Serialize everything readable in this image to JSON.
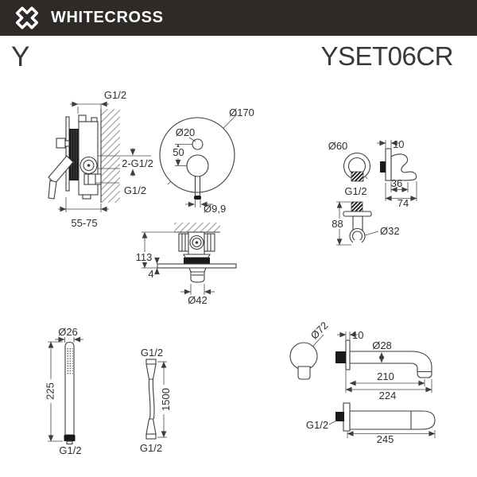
{
  "header": {
    "brand": "WHITECROSS"
  },
  "title": {
    "series": "Y",
    "model": "YSET06CR"
  },
  "colors": {
    "header_bg": "#2d2a28",
    "line": "#3e3e3e",
    "fill_dark": "#191919"
  },
  "icons": {
    "logo": "whitecross-x-cross-icon"
  },
  "drawings": {
    "mixer_side": {
      "thread_top": "G1/2",
      "threads_wall": "2-G1/2",
      "thread_bottom": "G1/2",
      "mount_depth": "55-75"
    },
    "mixer_front": {
      "plate_dia": "Ø170",
      "button_dia": "Ø20",
      "center_offset": "50",
      "lever_dia": "Ø9,9"
    },
    "wall_outlet": {
      "escutcheon_dia": "Ø60",
      "plate_thk": "10",
      "thread": "G1/2",
      "depth_inner": "36",
      "depth_total": "74",
      "holder_height": "88",
      "hook_dia": "Ø32"
    },
    "valve_section": {
      "height": "113",
      "plate_thk": "4",
      "trim_dia": "Ø42"
    },
    "hand_shower": {
      "head_dia": "Ø26",
      "length": "225",
      "thread": "G1/2"
    },
    "hose": {
      "thread_top": "G1/2",
      "length": "1500",
      "thread_bottom": "G1/2"
    },
    "spout_side": {
      "flange_dia": "Ø72",
      "plate_thk": "10",
      "tube_dia": "Ø28",
      "reach": "210",
      "length_total": "224"
    },
    "spout_top": {
      "thread": "G1/2",
      "length": "245"
    }
  }
}
